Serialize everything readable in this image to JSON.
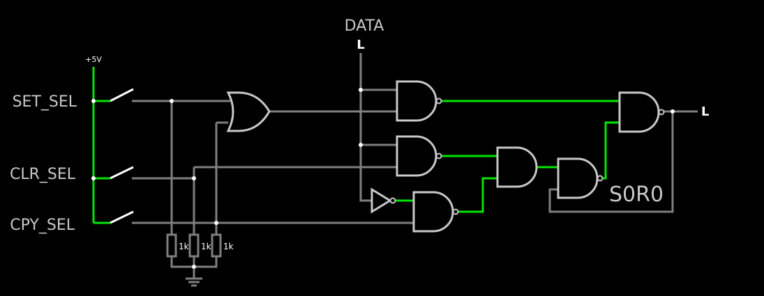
{
  "labels": {
    "data_input": "DATA",
    "data_state": "L",
    "supply": "+5V",
    "set_sel": "SET_SEL",
    "clr_sel": "CLR_SEL",
    "cpy_sel": "CPY_SEL",
    "output_state": "L",
    "block_name": "S0R0",
    "r1": "1k",
    "r2": "1k",
    "r3": "1k"
  },
  "colors": {
    "background": "#000000",
    "wire_off": "#7f7f7f",
    "wire_on": "#00e600",
    "gate_outline": "#c8c8c8",
    "text": "#c8c8c8"
  }
}
